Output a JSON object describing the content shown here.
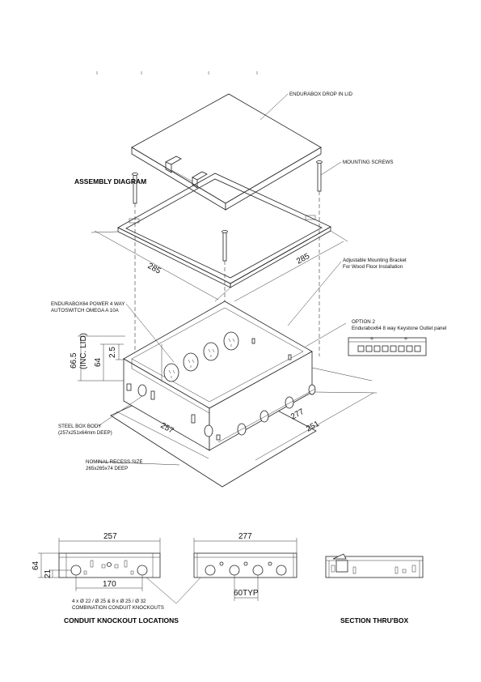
{
  "labels": {
    "drop_in_lid": "ENDURABOX DROP IN LID",
    "mounting_screws": "MOUNTING SCREWS",
    "bracket_line1": "Adjustable Mounting Bracket",
    "bracket_line2": "For Wood Floor Installation",
    "power_line1": "ENDURABOX64 POWER 4 WAY",
    "power_line2": "AUTOSWITCH OMEGA A 10A",
    "option_line1": "OPTION 2",
    "option_line2": "Endurabox64 8 way Keystone Outlet panel",
    "steel_line1": "STEEL BOX BODY",
    "steel_line2": "(257x251x64mm DEEP)",
    "recess_line1": "NOMINAL RECESS SIZE",
    "recess_line2": "265x265x74 DEEP",
    "knockouts_line1": "4 x Ø 22 / Ø 25 & 8 x Ø 25 / Ø 32",
    "knockouts_line2": "COMBINATION CONDUIT KNOCKOUTS"
  },
  "titles": {
    "assembly": "ASSEMBLY DIAGRAM",
    "conduit": "CONDUIT KNOCKOUT LOCATIONS",
    "section": "SECTION THRU'BOX"
  },
  "dimensions": {
    "frame_left": "285",
    "frame_right": "285",
    "height_total": "66.5",
    "height_total_note": "(INC. LID)",
    "height_body": "64",
    "lip": "2.5",
    "body_width": "257",
    "body_depth_outer": "277",
    "body_depth": "251",
    "front_width": "257",
    "front_height": "64",
    "front_offset": "21",
    "front_spacing": "170",
    "side_width": "277",
    "side_spacing": "60TYP"
  }
}
